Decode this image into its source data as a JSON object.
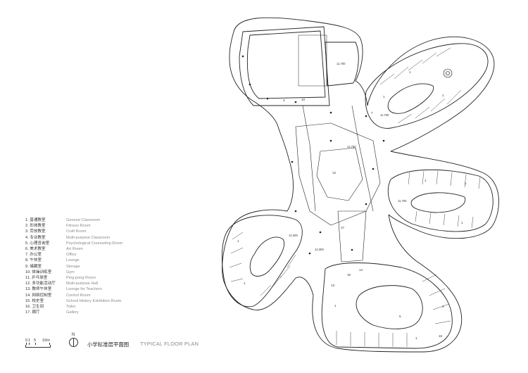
{
  "legend": [
    {
      "num": "1.",
      "zh": "普通教室",
      "en": "General Classroom"
    },
    {
      "num": "2.",
      "zh": "形体教室",
      "en": "Fitness Room"
    },
    {
      "num": "3.",
      "zh": "劳技教室",
      "en": "Craft Room"
    },
    {
      "num": "4.",
      "zh": "专业教室",
      "en": "Multi-purpose Classroom"
    },
    {
      "num": "5.",
      "zh": "心理咨询室",
      "en": "Psychological Counseling Room"
    },
    {
      "num": "6.",
      "zh": "美术教室",
      "en": "Art Room"
    },
    {
      "num": "7.",
      "zh": "办公室",
      "en": "Office"
    },
    {
      "num": "8.",
      "zh": "午休室",
      "en": "Lounge"
    },
    {
      "num": "9.",
      "zh": "储藏室",
      "en": "Storage"
    },
    {
      "num": "10.",
      "zh": "体操训练室",
      "en": "Gym"
    },
    {
      "num": "11.",
      "zh": "乒乓球室",
      "en": "Ping-pong Room"
    },
    {
      "num": "12.",
      "zh": "多功能活动厅",
      "en": "Multi-purpose Hall"
    },
    {
      "num": "13.",
      "zh": "教师午休室",
      "en": "Lounge for Teachers"
    },
    {
      "num": "14.",
      "zh": "网络控制室",
      "en": "Control Room"
    },
    {
      "num": "15.",
      "zh": "校史室",
      "en": "School History Exhibition Room"
    },
    {
      "num": "16.",
      "zh": "卫生间",
      "en": "Toilet"
    },
    {
      "num": "17.",
      "zh": "廊厅",
      "en": "Gallery"
    }
  ],
  "scale": {
    "labels": [
      "0",
      "1",
      "5",
      "10m"
    ]
  },
  "north_label": "N",
  "title_zh": "小学标准层平面图",
  "title_en": "TYPICAL FLOOR PLAN",
  "levels": [
    "11.700",
    "11.700",
    "11.700",
    "11.700",
    "12.300",
    "12.300"
  ],
  "room_numbers": [
    "10",
    "4",
    "1",
    "1",
    "1",
    "1",
    "1",
    "1",
    "1",
    "1",
    "12",
    "17",
    "7",
    "15",
    "14",
    "13",
    "1",
    "5",
    "1",
    "16",
    "3"
  ]
}
